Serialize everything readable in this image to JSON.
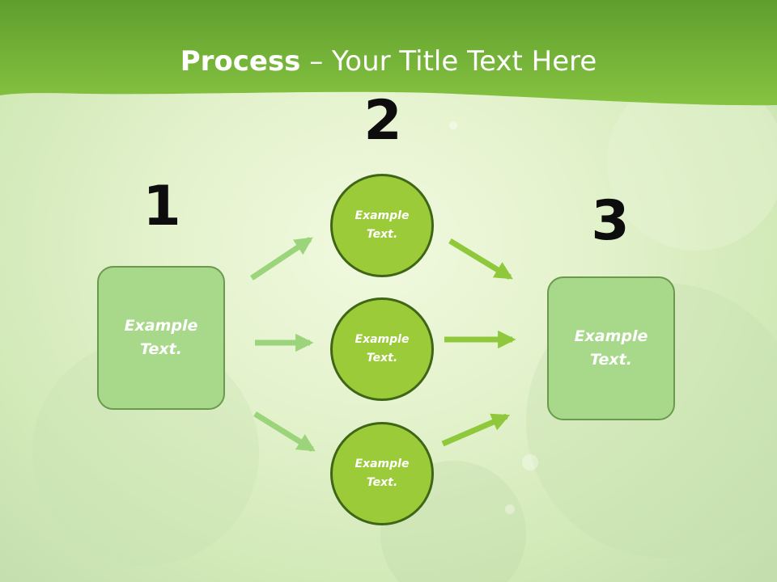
{
  "title": {
    "bold": "Process",
    "rest": " – Your Title Text Here"
  },
  "steps": {
    "step1": {
      "number": "1",
      "text": "Example Text."
    },
    "step2": {
      "number": "2"
    },
    "step3": {
      "number": "3",
      "text": "Example Text."
    }
  },
  "circles": [
    {
      "text": "Example Text."
    },
    {
      "text": "Example Text."
    },
    {
      "text": "Example Text."
    }
  ],
  "colors": {
    "header_green": "#7ab83a",
    "box_fill": "#a8d98a",
    "circle_fill": "#9ccb3a",
    "left_arrow": "#9bd47a",
    "right_arrow": "#8fc83a"
  }
}
